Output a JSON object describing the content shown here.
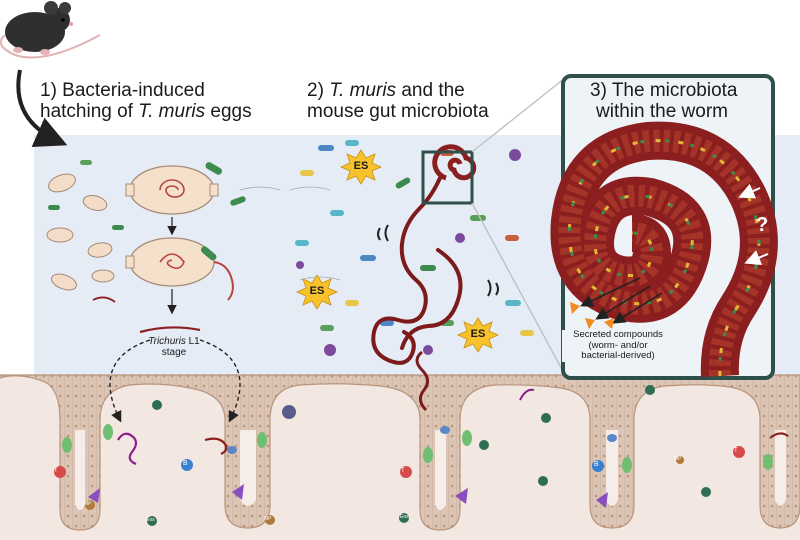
{
  "panels": {
    "p1": {
      "line1": "1) Bacteria-induced",
      "line2_pre": "hatching of ",
      "line2_italic": "T. muris",
      "line2_post": " eggs"
    },
    "p2": {
      "line1_pre": "2) ",
      "line1_italic": "T. muris",
      "line1_post": " and the",
      "line2": "mouse gut microbiota"
    },
    "p3": {
      "line1": "3) The microbiota",
      "line2": "within the worm"
    }
  },
  "labels": {
    "larva_italic": "Trichuris",
    "larva_suffix": " L1",
    "larva_stage": "stage",
    "es": "ES",
    "question": "?",
    "secreted_1": "Secreted compounds",
    "secreted_2": "(worm- and/or",
    "secreted_3": "bacterial-derived)",
    "cell_b": "B",
    "cell_mp": "MP",
    "cell_eos": "Eos",
    "cell_t": "T"
  },
  "colors": {
    "lumen": "#e5ecf6",
    "worm": "#8b1e1e",
    "worm_dark": "#5a0f10",
    "tissue": "#efe2dc",
    "epithelium": "#d9c2b2",
    "inset_border": "#2f4f4b",
    "es_burst": "#f7c22b",
    "arrow_orange": "#f28a1e"
  }
}
